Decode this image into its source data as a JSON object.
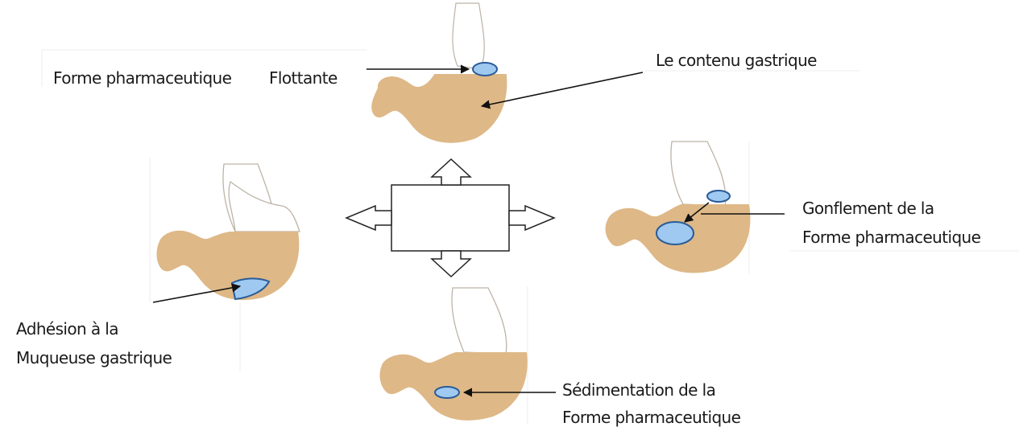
{
  "labels": {
    "floating_left": "Forme pharmaceutique",
    "floating_right": "Flottante",
    "gastric_content": "Le contenu gastrique",
    "swelling_line1": "Gonflement de la",
    "swelling_line2": "Forme pharmaceutique",
    "adhesion_line1": "Adhésion à la",
    "adhesion_line2": "Muqueuse gastrique",
    "sedimentation_line1": "Sédimentation de la",
    "sedimentation_line2": "Forme pharmaceutique"
  },
  "colors": {
    "stomach_fill": "#deb887",
    "dosage_form_fill": "#9fc9f0",
    "dosage_form_stroke": "#2a5c98",
    "outline": "#bdb4a8"
  }
}
